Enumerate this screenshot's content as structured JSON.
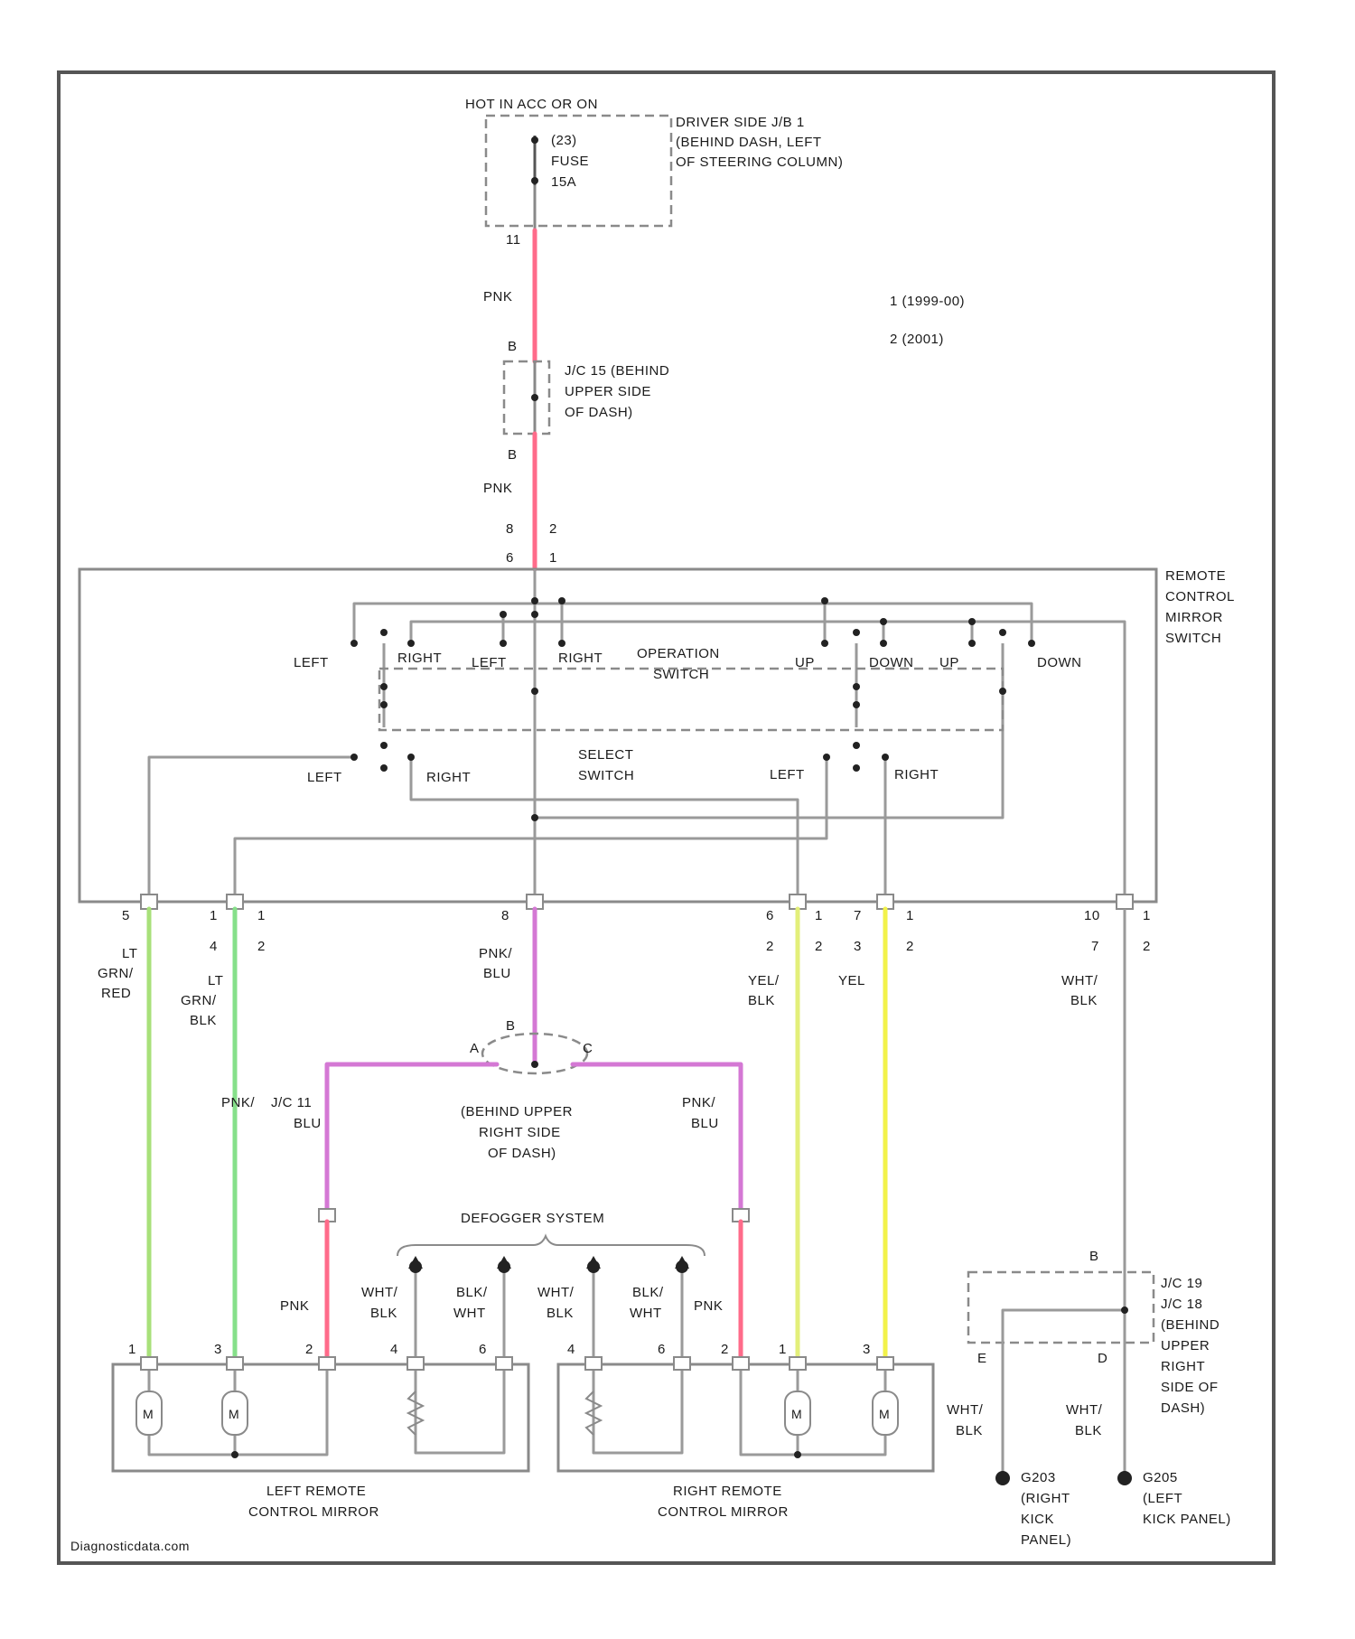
{
  "colors": {
    "PNK": "#ff6b8a",
    "PNK/BLU": "#d478d4",
    "LT GRN/RED": "#a8e07a",
    "LT GRN/BLK": "#86e08a",
    "YEL/BLK": "#e3ef7a",
    "YEL": "#f2f24a",
    "WHT/BLK": "#b4b4b4",
    "BLK/WHT": "#8a8a8a",
    "frame": "#555555"
  },
  "power": {
    "title": "HOT IN ACC OR ON",
    "fuse": [
      "(23)",
      "FUSE",
      "15A"
    ],
    "fuse_box": [
      "DRIVER SIDE J/B 1",
      "(BEHIND DASH, LEFT",
      "OF STEERING COLUMN)"
    ],
    "pin": "11"
  },
  "legend": [
    "1  (1999-00)",
    "2  (2001)"
  ],
  "jc15": {
    "label": [
      "J/C 15 (BEHIND",
      "UPPER SIDE",
      "OF DASH)"
    ],
    "pin_top": "B",
    "pin_bottom": "B"
  },
  "wires": {
    "pnk": "PNK",
    "pnk_blu": [
      "PNK/",
      "BLU"
    ],
    "lt_grn_red": [
      "LT",
      "GRN/",
      "RED"
    ],
    "lt_grn_blk": [
      "LT",
      "GRN/",
      "BLK"
    ],
    "yel_blk": [
      "YEL/",
      "BLK"
    ],
    "yel": "YEL",
    "wht_blk": [
      "WHT/",
      "BLK"
    ],
    "blk_wht": [
      "BLK/",
      "WHT"
    ]
  },
  "switch_block": {
    "label": [
      "REMOTE",
      "CONTROL",
      "MIRROR",
      "SWITCH"
    ],
    "pins_top": [
      "8",
      "2",
      "6",
      "1"
    ],
    "operation_switch": [
      "OPERATION",
      "SWITCH"
    ],
    "select_switch": [
      "SELECT",
      "SWITCH"
    ],
    "op_labels": [
      "LEFT",
      "RIGHT",
      "LEFT",
      "RIGHT",
      "UP",
      "DOWN",
      "UP",
      "DOWN"
    ],
    "sel_labels": [
      "LEFT",
      "RIGHT",
      "LEFT",
      "RIGHT"
    ]
  },
  "output_pins": {
    "p1": [
      "5"
    ],
    "p2": [
      "1",
      "4",
      "1",
      "2"
    ],
    "p3": [
      "8"
    ],
    "p4": [
      "6",
      "2",
      "1",
      "2"
    ],
    "p5": [
      "7",
      "3",
      "1",
      "2"
    ],
    "p6": [
      "10",
      "7",
      "1",
      "2"
    ]
  },
  "jc11": {
    "label": [
      "(BEHIND UPPER",
      "RIGHT SIDE",
      "OF DASH)"
    ],
    "name": "J/C 11",
    "pins": [
      "A",
      "B",
      "C"
    ]
  },
  "defogger": "DEFOGGER SYSTEM",
  "left_mirror": {
    "label": [
      "LEFT REMOTE",
      "CONTROL MIRROR"
    ],
    "pins": [
      "1",
      "3",
      "2",
      "4",
      "6"
    ]
  },
  "right_mirror": {
    "label": [
      "RIGHT REMOTE",
      "CONTROL MIRROR"
    ],
    "pins": [
      "4",
      "6",
      "2",
      "1",
      "3"
    ]
  },
  "motor_label": "M",
  "jc19": {
    "label": [
      "J/C 19",
      "J/C 18",
      "(BEHIND",
      "UPPER",
      "RIGHT",
      "SIDE OF",
      "DASH)"
    ],
    "pin_top": "B",
    "pin_left": "E",
    "pin_right": "D"
  },
  "grounds": {
    "g1": [
      "G203",
      "(RIGHT",
      "KICK",
      "PANEL)"
    ],
    "g2": [
      "G205",
      "(LEFT",
      "KICK PANEL)"
    ]
  },
  "watermark": "Diagnosticdata.com"
}
